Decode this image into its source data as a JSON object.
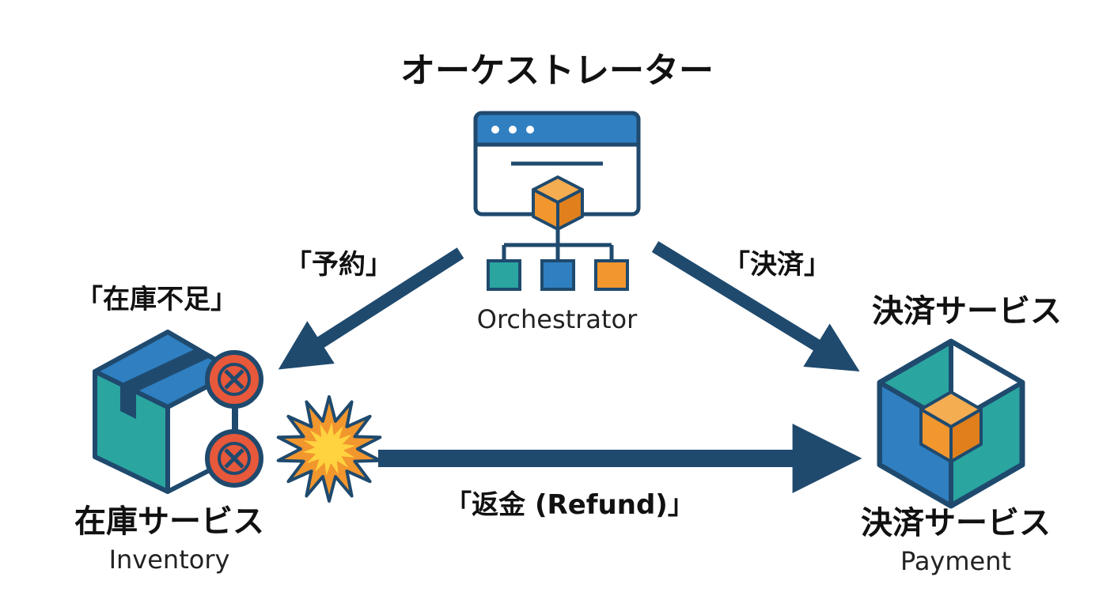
{
  "orchestrator": {
    "title": "オーケストレーター",
    "subtitle": "Orchestrator",
    "window_dots": 3,
    "icon": "window-with-cube-tree-icon"
  },
  "edges": {
    "reserve": "「予約」",
    "settle": "「決済」",
    "refund": "「返金 (Refund)」"
  },
  "inventory": {
    "status": "「在庫不足」",
    "name": "在庫サービス",
    "subtitle": "Inventory",
    "icon": "box-icon",
    "error_icons": [
      "error-x-icon",
      "error-x-icon"
    ],
    "explosion_icon": "explosion-icon"
  },
  "payment": {
    "top_label": "決済サービス",
    "name": "決済サービス",
    "subtitle": "Payment",
    "icon": "cube-in-hexagon-icon"
  },
  "colors": {
    "navy": "#1f4a6e",
    "blue": "#2f7fc1",
    "teal": "#2aa5a0",
    "orange": "#f2962e",
    "red": "#e8583a",
    "burst_yellow": "#ffd23f"
  }
}
